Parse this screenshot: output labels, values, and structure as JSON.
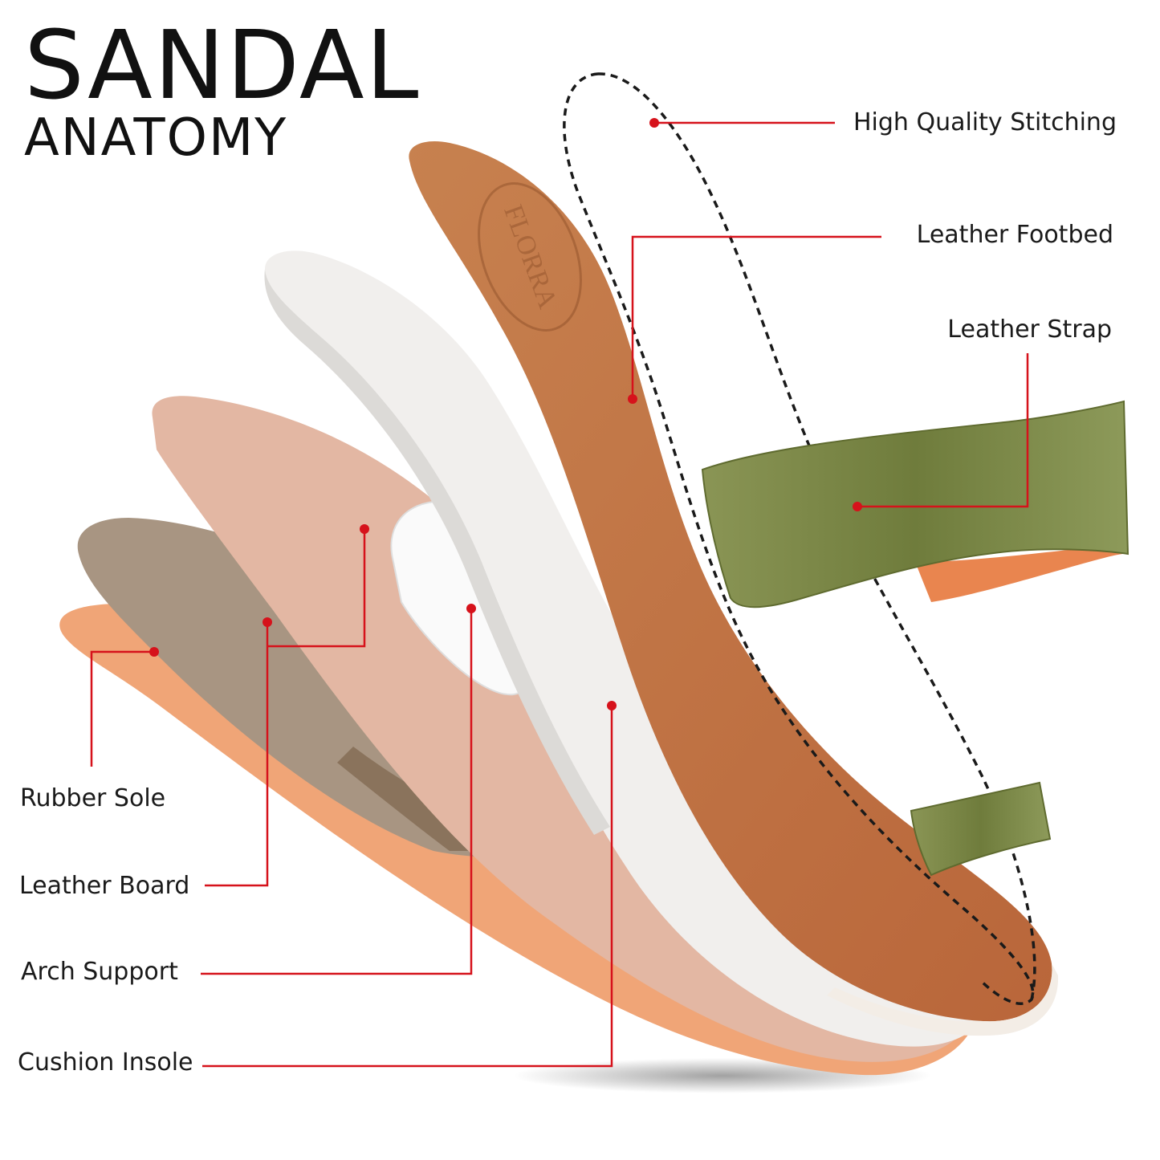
{
  "title": {
    "main": "SANDAL",
    "sub": "ANATOMY"
  },
  "labels": {
    "stitching": "High Quality Stitching",
    "footbed": "Leather Footbed",
    "strap": "Leather Strap",
    "rubber_sole": "Rubber Sole",
    "leather_board": "Leather Board",
    "arch_support": "Arch Support",
    "cushion_insole": "Cushion Insole"
  },
  "colors": {
    "callout": "#d6121b",
    "rubber_sole": "#f0a577",
    "leather_board": "#a89582",
    "cork": "#e3b7a3",
    "cushion": "#f1efed",
    "footbed": "#c07040",
    "strap": "#7c8848",
    "stitch": "#1a1a1a"
  },
  "emboss_text": "FLORRA"
}
